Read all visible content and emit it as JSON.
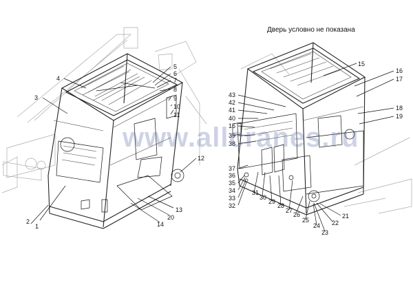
{
  "caption": "Дверь условно не показана",
  "watermark": "www.allcranes.ru",
  "callouts": [
    {
      "n": "1"
    },
    {
      "n": "2"
    },
    {
      "n": "3"
    },
    {
      "n": "4"
    },
    {
      "n": "5"
    },
    {
      "n": "6"
    },
    {
      "n": "7"
    },
    {
      "n": "8"
    },
    {
      "n": "9"
    },
    {
      "n": "10"
    },
    {
      "n": "11"
    },
    {
      "n": "12"
    },
    {
      "n": "13"
    },
    {
      "n": "14"
    },
    {
      "n": "15"
    },
    {
      "n": "16"
    },
    {
      "n": "17"
    },
    {
      "n": "18"
    },
    {
      "n": "19"
    },
    {
      "n": "20"
    },
    {
      "n": "21"
    },
    {
      "n": "22"
    },
    {
      "n": "23"
    },
    {
      "n": "24"
    },
    {
      "n": "25"
    },
    {
      "n": "26"
    },
    {
      "n": "27"
    },
    {
      "n": "28"
    },
    {
      "n": "29"
    },
    {
      "n": "30"
    },
    {
      "n": "31"
    },
    {
      "n": "32"
    },
    {
      "n": "33"
    },
    {
      "n": "34"
    },
    {
      "n": "35"
    },
    {
      "n": "36"
    },
    {
      "n": "37"
    },
    {
      "n": "38"
    },
    {
      "n": "39"
    },
    {
      "n": "16"
    },
    {
      "n": "40"
    },
    {
      "n": "41"
    },
    {
      "n": "42"
    },
    {
      "n": "43"
    }
  ]
}
